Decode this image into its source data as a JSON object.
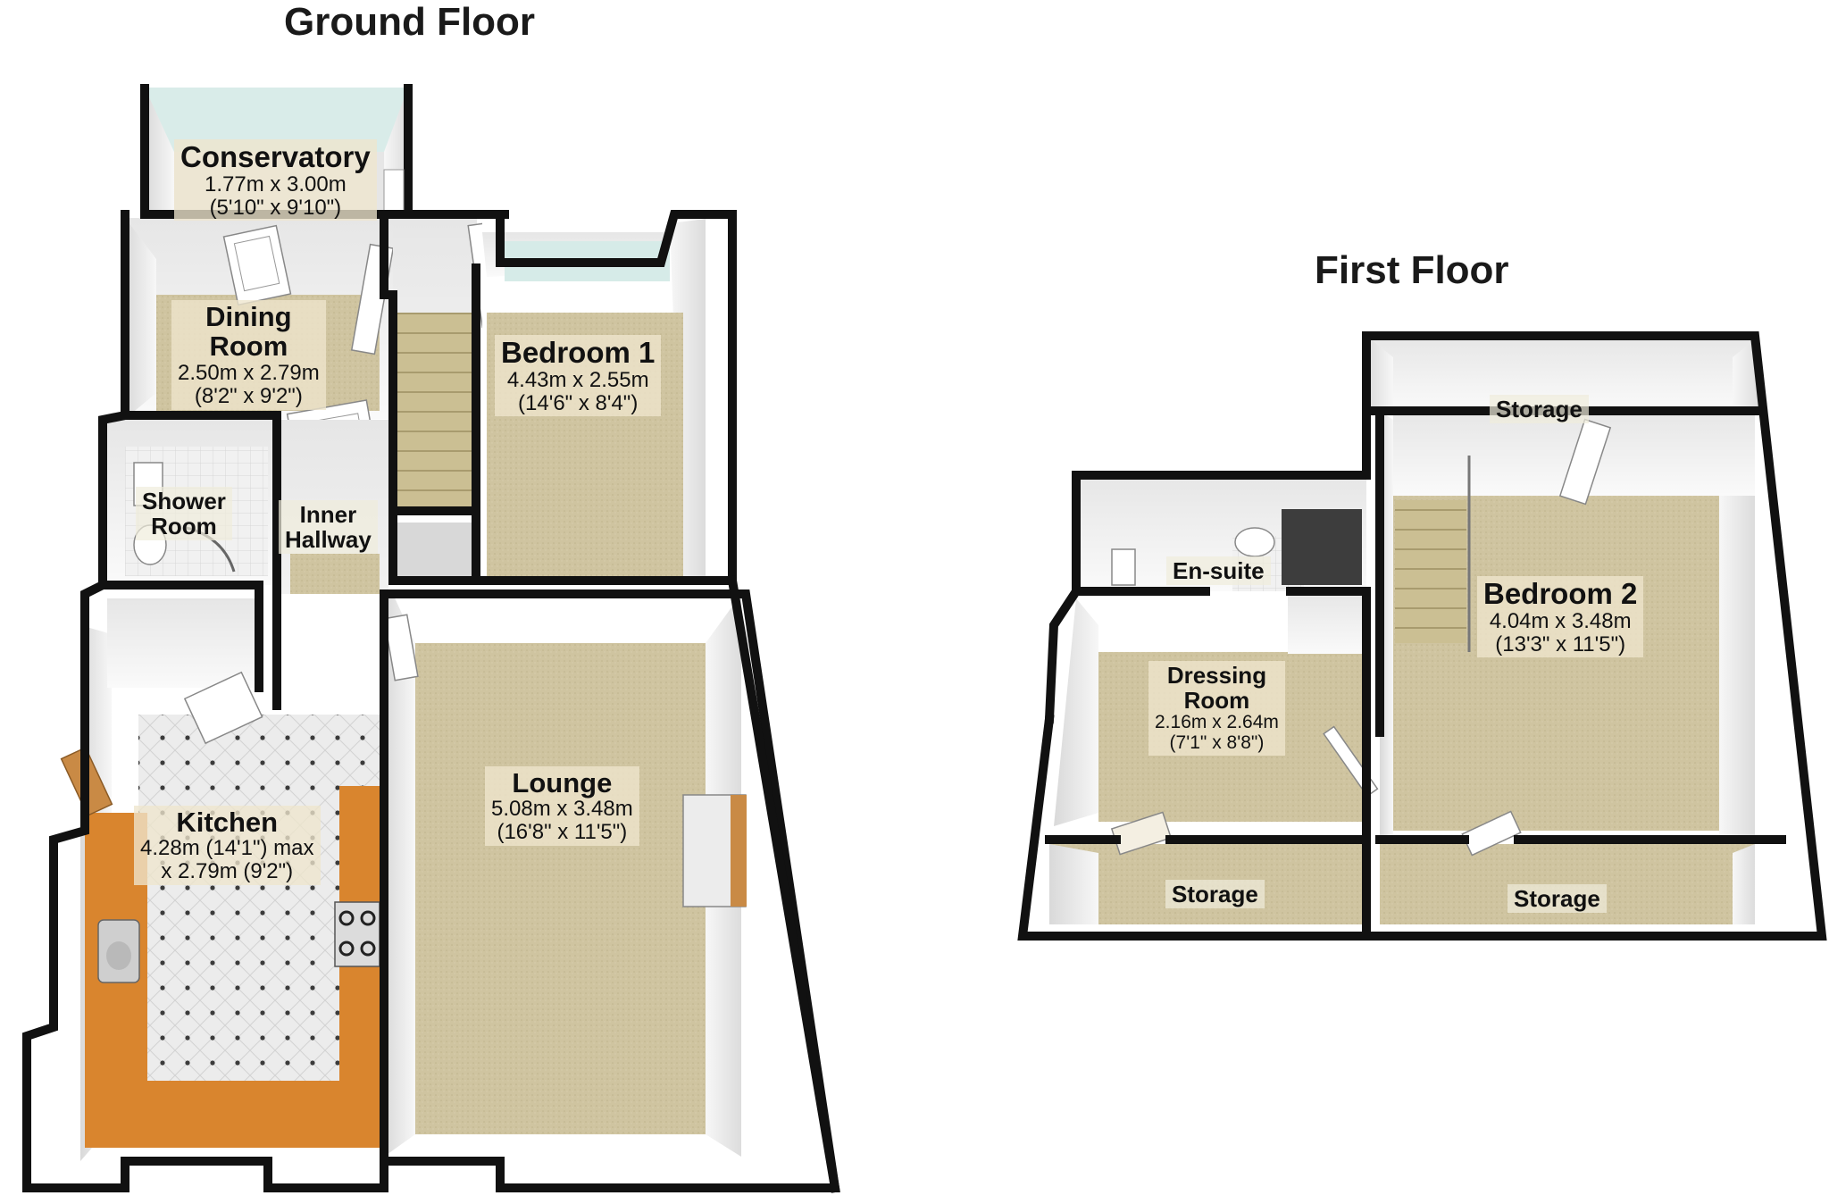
{
  "floors": {
    "ground": {
      "title": "Ground Floor",
      "rooms": {
        "conservatory": {
          "name": "Conservatory",
          "metric": "1.77m x 3.00m",
          "imperial": "(5'10\" x 9'10\")"
        },
        "dining": {
          "name_line1": "Dining",
          "name_line2": "Room",
          "metric": "2.50m x 2.79m",
          "imperial": "(8'2\" x 9'2\")"
        },
        "bedroom1": {
          "name": "Bedroom 1",
          "metric": "4.43m x 2.55m",
          "imperial": "(14'6\" x 8'4\")"
        },
        "shower": {
          "name_line1": "Shower",
          "name_line2": "Room"
        },
        "inner_hallway": {
          "name_line1": "Inner",
          "name_line2": "Hallway"
        },
        "kitchen": {
          "name": "Kitchen",
          "metric": "4.28m (14'1\") max",
          "imperial": "x 2.79m (9'2\")"
        },
        "lounge": {
          "name": "Lounge",
          "metric": "5.08m x 3.48m",
          "imperial": "(16'8\" x 11'5\")"
        }
      }
    },
    "first": {
      "title": "First Floor",
      "rooms": {
        "storage_top": {
          "name": "Storage"
        },
        "ensuite": {
          "name": "En-suite"
        },
        "bedroom2": {
          "name": "Bedroom 2",
          "metric": "4.04m x 3.48m",
          "imperial": "(13'3\" x 11'5\")"
        },
        "dressing": {
          "name_line1": "Dressing",
          "name_line2": "Room",
          "metric": "2.16m x 2.64m",
          "imperial": "(7'1\" x 8'8\")"
        },
        "storage_bl": {
          "name": "Storage"
        },
        "storage_br": {
          "name": "Storage"
        }
      }
    }
  },
  "colors": {
    "wall_top": "#111111",
    "wall_side": "#f2f2f2",
    "carpet": "#cfc4a0",
    "tile": "#e8e8e8",
    "worktop": "#d9852e",
    "glass": "#d6ebe8"
  }
}
